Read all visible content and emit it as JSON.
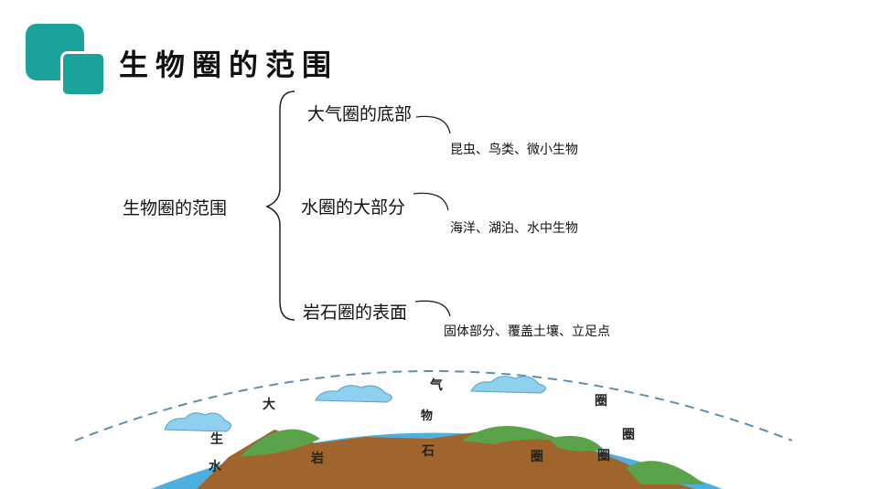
{
  "title": "生物圈的范围",
  "mindmap": {
    "root": "生物圈的范围",
    "branches": [
      {
        "label": "大气圈的底部",
        "detail": "昆虫、鸟类、微小生物"
      },
      {
        "label": "水圈的大部分",
        "detail": "海洋、湖泊、水中生物"
      },
      {
        "label": "岩石圈的表面",
        "detail": "固体部分、覆盖土壤、立足点"
      }
    ]
  },
  "illustration": {
    "char_sheng": "生",
    "char_da": "大",
    "char_qi": "气",
    "char_wu": "物",
    "char_quan": "圈",
    "char_shui": "水",
    "char_yan": "岩",
    "char_shi": "石"
  },
  "colors": {
    "accent": "#1aa39a",
    "sky_band": "#ffffff",
    "water": "#4fb0e0",
    "land": "#a0652c",
    "grass": "#5aa34a",
    "cloud": "#8fd0ee"
  }
}
